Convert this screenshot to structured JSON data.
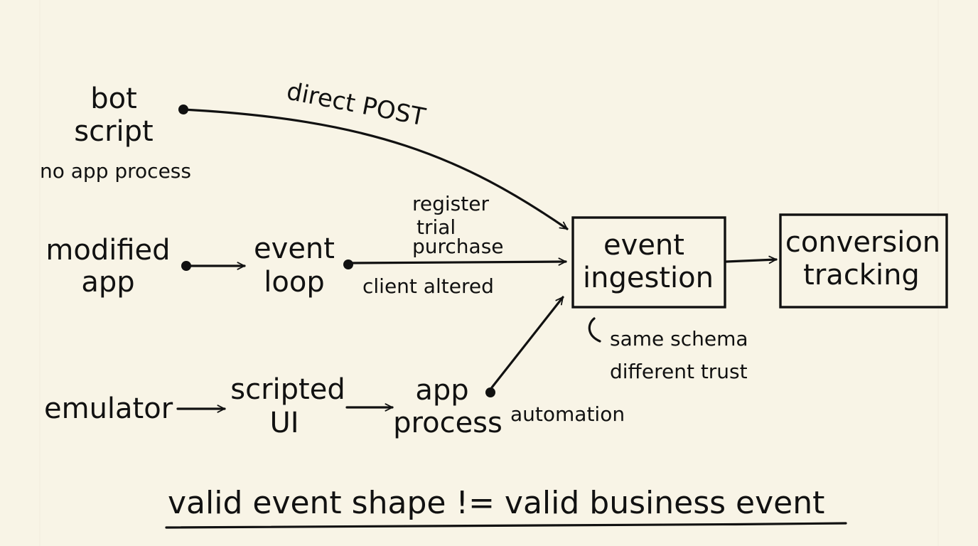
{
  "sources": {
    "bot_script": {
      "lines": [
        "bot",
        "script"
      ],
      "note": "no app process"
    },
    "modified_app": {
      "lines": [
        "modified",
        "app"
      ]
    },
    "emulator": {
      "label": "emulator"
    }
  },
  "intermediates": {
    "event_loop": {
      "lines": [
        "event",
        "loop"
      ]
    },
    "scripted_ui": {
      "lines": [
        "scripted",
        "UI"
      ]
    },
    "app_process": {
      "lines": [
        "app",
        "process"
      ]
    }
  },
  "edges": {
    "direct_post": "direct POST",
    "client_altered": "client altered",
    "automation": "automation",
    "event_types": [
      "register",
      "trial",
      "purchase"
    ]
  },
  "boxes": {
    "event_ingestion": {
      "lines": [
        "event",
        "ingestion"
      ]
    },
    "conversion_tracking": {
      "lines": [
        "conversion",
        "tracking"
      ]
    }
  },
  "ingestion_note": [
    "same schema",
    "different trust"
  ],
  "footer": {
    "text": "valid event shape != valid business event"
  },
  "colors": {
    "background": "#f8f4e6",
    "ink": "#111111"
  }
}
